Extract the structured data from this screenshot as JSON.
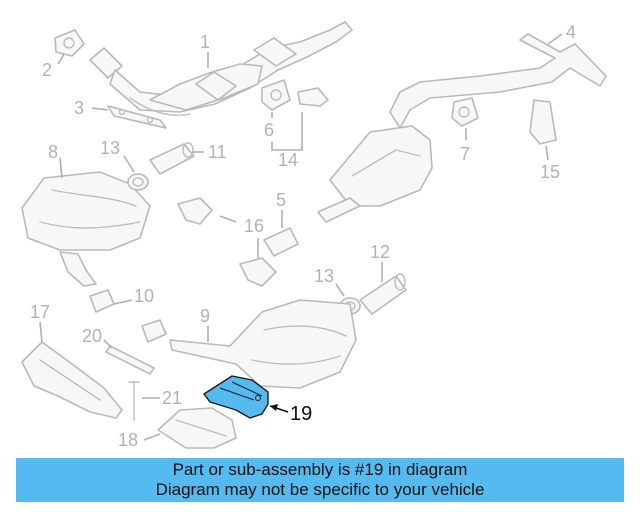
{
  "callouts": {
    "n1": "1",
    "n2": "2",
    "n3": "3",
    "n4": "4",
    "n5": "5",
    "n6": "6",
    "n7": "7",
    "n8": "8",
    "n9": "9",
    "n10": "10",
    "n11": "11",
    "n12": "12",
    "n13a": "13",
    "n13b": "13",
    "n14": "14",
    "n15": "15",
    "n16": "16",
    "n17": "17",
    "n18": "18",
    "n19": "19",
    "n20": "20",
    "n21": "21"
  },
  "highlighted_part": "19",
  "colors": {
    "highlight": "#55baf0",
    "parts": "#b9b9b9",
    "caption_bg": "#55baf0"
  },
  "caption": {
    "line1": "Part or sub-assembly is #19 in diagram",
    "line2": "Diagram may not be specific to your vehicle"
  }
}
